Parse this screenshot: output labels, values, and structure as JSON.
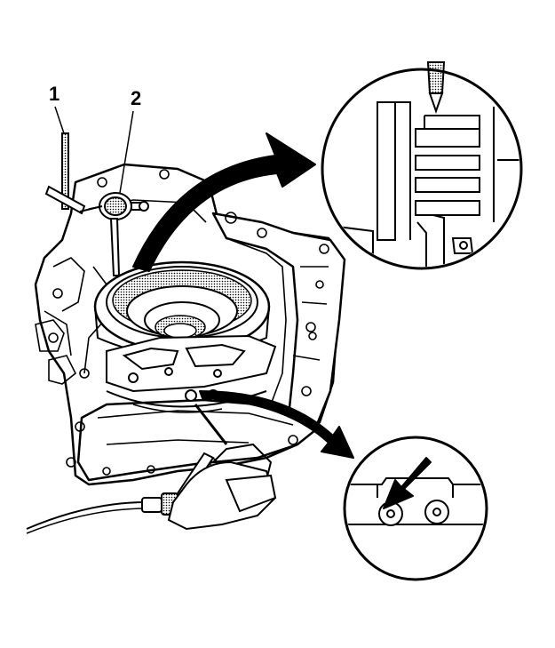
{
  "callouts": [
    {
      "label": "1",
      "part": "pin"
    },
    {
      "label": "2",
      "part": "dial-indicator"
    }
  ],
  "colors": {
    "line": "#000000",
    "background": "#ffffff",
    "hatch": "#555555"
  }
}
